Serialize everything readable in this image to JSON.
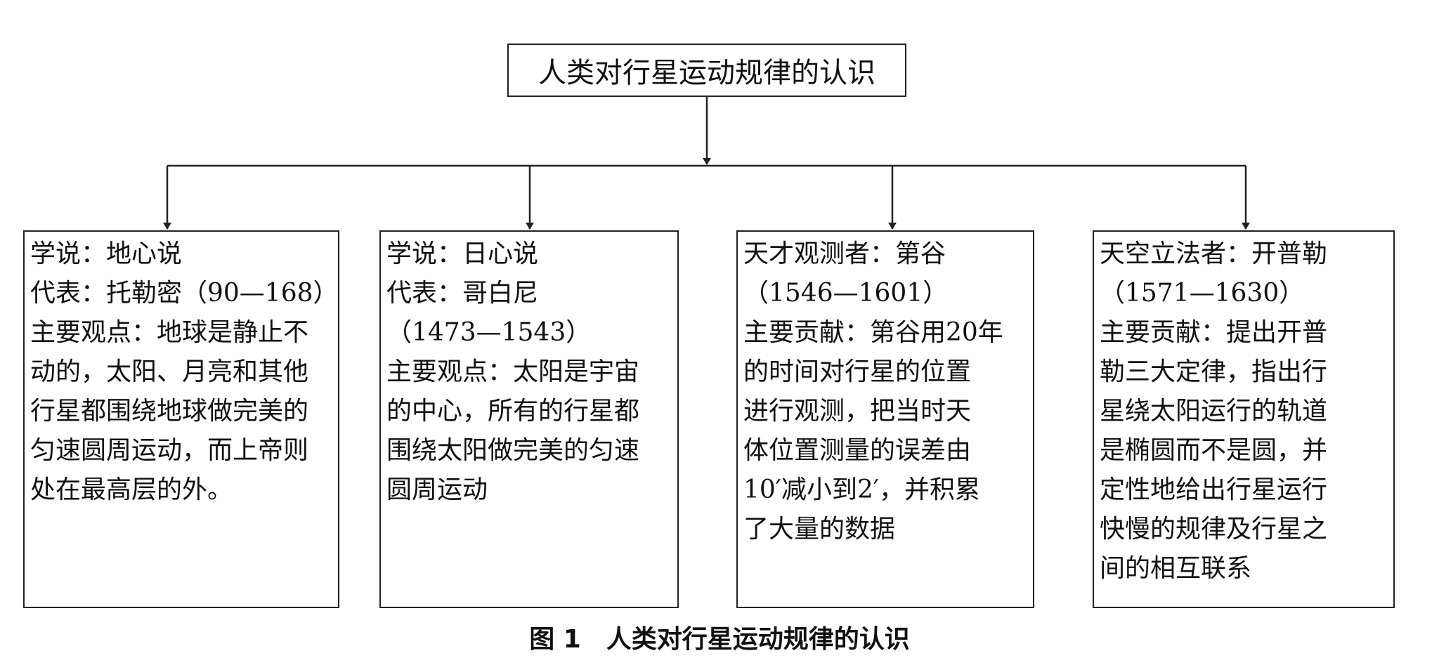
{
  "diagram": {
    "root_label": "人类对行星运动规律的认识",
    "cards": [
      {
        "lines": [
          "学说：地心说",
          "代表：托勒密（90—168）",
          "主要观点：地球是静止不",
          "动的，太阳、月亮和其他",
          "行星都围绕地球做完美的",
          "匀速圆周运动，而上帝则",
          "处在最高层的外。"
        ]
      },
      {
        "lines": [
          "学说：日心说",
          "代表：哥白尼",
          "（1473—1543）",
          "主要观点：太阳是宇宙",
          "的中心，所有的行星都",
          "围绕太阳做完美的匀速",
          "圆周运动"
        ]
      },
      {
        "lines": [
          "天才观测者：第谷",
          "（1546—1601）",
          "主要贡献：第谷用20年",
          "的时间对行星的位置",
          "进行观测，把当时天",
          "体位置测量的误差由",
          "10′减小到2′，并积累",
          "了大量的数据"
        ]
      },
      {
        "lines": [
          "天空立法者：开普勒",
          "（1571—1630）",
          "主要贡献：提出开普",
          "勒三大定律，指出行",
          "星绕太阳运行的轨道",
          "是椭圆而不是圆，并",
          "定性地给出行星运行",
          "快慢的规律及行星之",
          "间的相互联系"
        ]
      }
    ],
    "caption": {
      "number": "图 1",
      "title": "人类对行星运动规律的认识"
    },
    "line_color": "#222222"
  }
}
